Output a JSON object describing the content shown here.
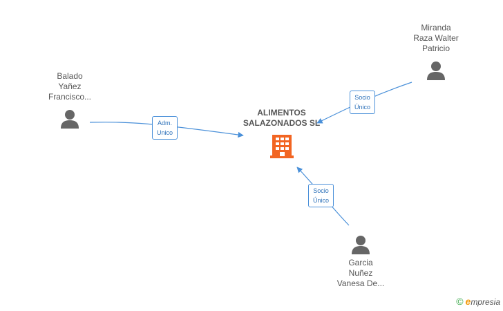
{
  "company": {
    "name_line1": "ALIMENTOS",
    "name_line2": "SALAZONADOS SL",
    "icon": "building-icon",
    "color": "#f26522"
  },
  "people": [
    {
      "line1": "Balado",
      "line2": "Yañez",
      "line3": "Francisco...",
      "icon": "person-icon"
    },
    {
      "line1": "Miranda",
      "line2": "Raza Walter",
      "line3": "Patricio",
      "icon": "person-icon"
    },
    {
      "line1": "Garcia",
      "line2": "Nuñez",
      "line3": "Vanesa De...",
      "icon": "person-icon"
    }
  ],
  "relations": [
    {
      "line1": "Adm.",
      "line2": "Unico"
    },
    {
      "line1": "Socio",
      "line2": "Único"
    },
    {
      "line1": "Socio",
      "line2": "Único"
    }
  ],
  "colors": {
    "edge": "#4a90d9",
    "person": "#666666"
  },
  "footer": {
    "copyright": "©",
    "brand_initial": "e",
    "brand_rest": "mpresia"
  }
}
